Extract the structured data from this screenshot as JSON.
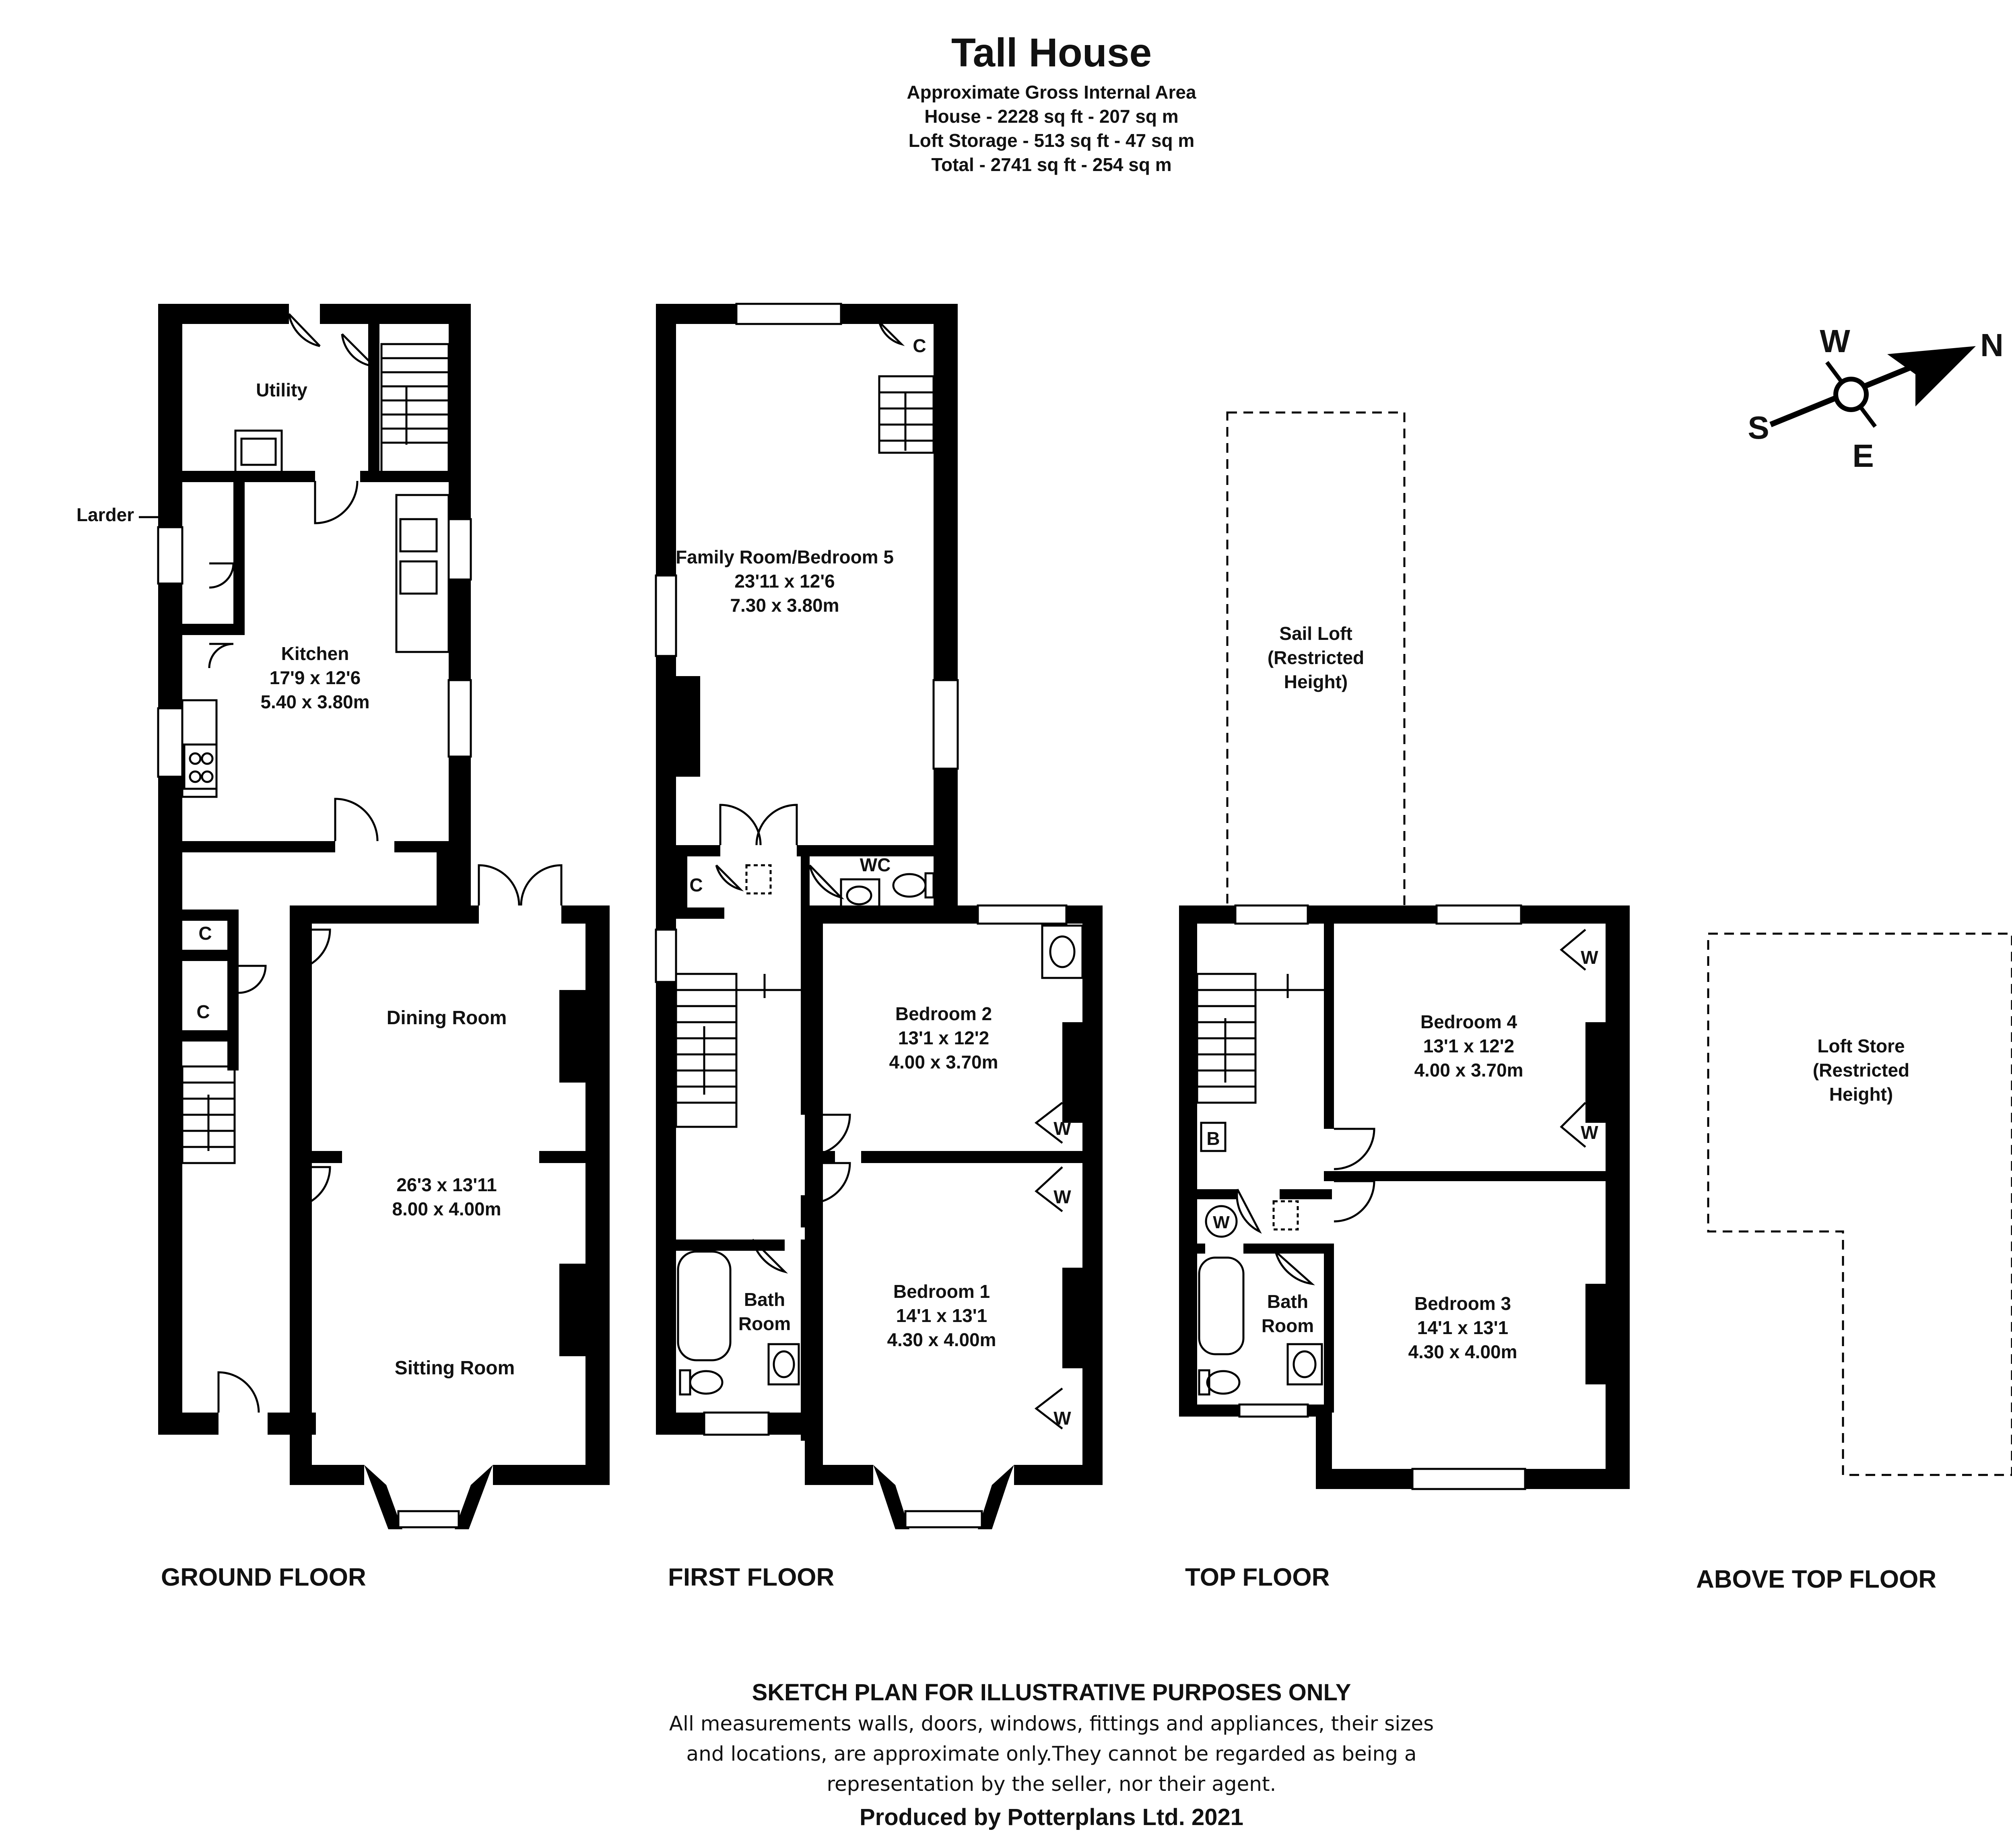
{
  "header": {
    "title": "Tall House",
    "area_heading": "Approximate Gross Internal Area",
    "house_area": "House - 2228 sq ft - 207 sq m",
    "loft_area": "Loft Storage - 513 sq ft - 47 sq m",
    "total_area": "Total - 2741 sq ft - 254 sq m"
  },
  "compass": {
    "n": "N",
    "s": "S",
    "e": "E",
    "w": "W"
  },
  "floors": {
    "ground": {
      "label": "GROUND FLOOR",
      "utility": "Utility",
      "larder": "Larder",
      "kitchen": {
        "name": "Kitchen",
        "imperial": "17'9 x 12'6",
        "metric": "5.40 x 3.80m"
      },
      "dining": "Dining Room",
      "sitting": {
        "imperial": "26'3 x 13'11",
        "metric": "8.00 x 4.00m",
        "name": "Sitting Room"
      },
      "cupboard": "C"
    },
    "first": {
      "label": "FIRST FLOOR",
      "family": {
        "name": "Family Room/Bedroom 5",
        "imperial": "23'11 x 12'6",
        "metric": "7.30 x 3.80m"
      },
      "wc": "WC",
      "cupboard": "C",
      "bedroom2": {
        "name": "Bedroom 2",
        "imperial": "13'1 x 12'2",
        "metric": "4.00 x 3.70m"
      },
      "bedroom1": {
        "name": "Bedroom 1",
        "imperial": "14'1 x 13'1",
        "metric": "4.30 x 4.00m"
      },
      "bath": [
        "Bath",
        "Room"
      ],
      "wardrobe": "W"
    },
    "top": {
      "label": "TOP FLOOR",
      "sail_loft": [
        "Sail Loft",
        "(Restricted",
        "Height)"
      ],
      "bedroom4": {
        "name": "Bedroom 4",
        "imperial": "13'1 x 12'2",
        "metric": "4.00 x 3.70m"
      },
      "bedroom3": {
        "name": "Bedroom 3",
        "imperial": "14'1 x 13'1",
        "metric": "4.30 x 4.00m"
      },
      "bath": [
        "Bath",
        "Room"
      ],
      "boiler": "B",
      "wardrobe": "W"
    },
    "above": {
      "label": "ABOVE TOP FLOOR",
      "loft_store": [
        "Loft Store",
        "(Restricted",
        "Height)"
      ]
    }
  },
  "footer": {
    "heading": "SKETCH PLAN FOR ILLUSTRATIVE PURPOSES ONLY",
    "line1": "All measurements walls, doors, windows, fittings and appliances, their sizes",
    "line2": "and locations, are approximate only.They cannot be regarded as being a",
    "line3": "representation by the seller, nor their agent.",
    "credit": "Produced by Potterplans Ltd. 2021"
  }
}
